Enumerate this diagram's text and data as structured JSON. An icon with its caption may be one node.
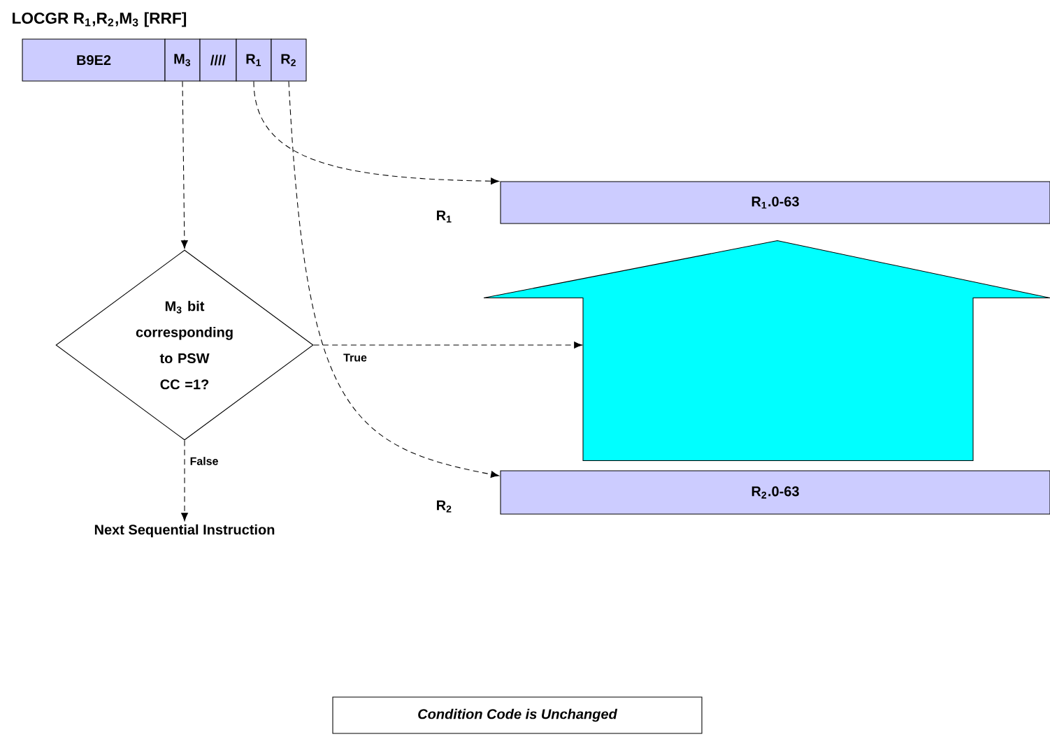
{
  "diagram": {
    "title": "LOCGR  R$_{1}$,R$_{2}$,M$_{3}$   [RRF]",
    "nodes": [
      {
        "text": [
          "B9E2"
        ]
      },
      {
        "text": [
          "M$_{3}$"
        ]
      },
      {
        "text": [
          "////"
        ]
      },
      {
        "text": [
          "R$_{1}$"
        ]
      },
      {
        "text": [
          "R$_{2}$"
        ]
      },
      {
        "text": [
          "M$_{3}$ bit corresponding to PSW CC =1?"
        ]
      },
      {
        "text": [
          "Next Sequential Instruction"
        ]
      },
      {
        "text": [
          "R$_{1}$.0-63"
        ],
        "beside": [
          "R$_{1}$"
        ]
      },
      {
        "text": [
          "R$_{2}$.0-63"
        ],
        "beside": [
          "R$_{2}$"
        ]
      },
      {
        "text": [
          "Condition Code is Unchanged"
        ]
      }
    ],
    "edges": [
      {
        "from": 1,
        "to": 5,
        "arrow": "to",
        "style": "dashed"
      },
      {
        "from": 3,
        "to": 7,
        "arrow": "to",
        "style": "dashed"
      },
      {
        "from": 4,
        "to": 8,
        "arrow": "to",
        "style": "dashed"
      },
      {
        "from": 5,
        "to": null,
        "arrow": "to",
        "style": "dashed",
        "label": "True"
      },
      {
        "from": 5,
        "to": 6,
        "arrow": "to",
        "style": "dashed",
        "label": "False"
      },
      {
        "from": 8,
        "to": 7,
        "arrow": "to",
        "style": "thick",
        "color": "#00ffff"
      }
    ]
  }
}
